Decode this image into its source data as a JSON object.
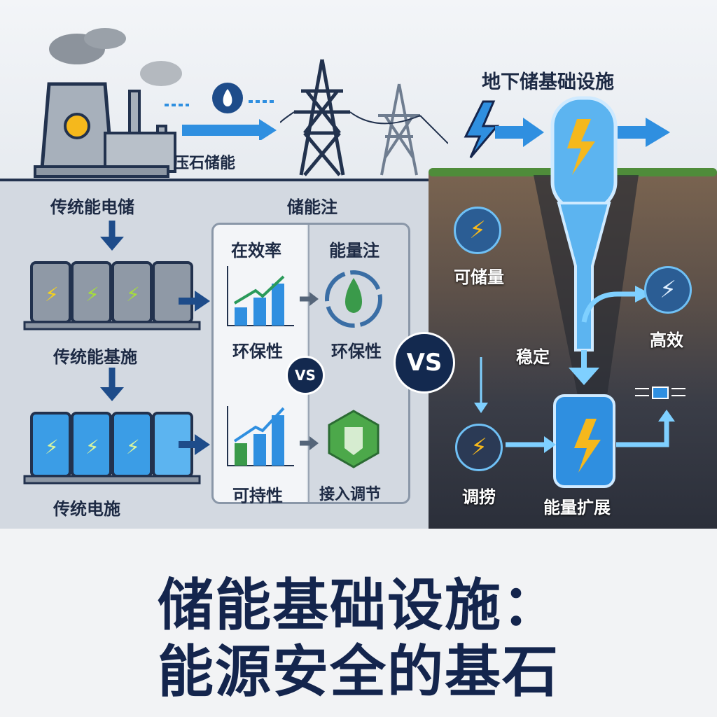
{
  "top": {
    "underground_heading": "地下储基础设施",
    "arrow_label": "压石储能"
  },
  "left": {
    "section_traditional": "传统能电储",
    "section_injection": "储能注",
    "battery_group_1": "传统能基施",
    "battery_group_2": "传统电施"
  },
  "compare": {
    "col1_header": "在效率",
    "col2_header": "能量注",
    "row1_col1": "环保性",
    "row1_col2": "环保性",
    "row2_col1": "可持性",
    "row2_col2": "接入调节",
    "vs_small": "VS",
    "vs_large": "VS"
  },
  "underground": {
    "storable": "可储量",
    "stable": "稳定",
    "efficient": "高效",
    "regulate": "调捞",
    "expand": "能量扩展"
  },
  "title": {
    "line1": "储能基础设施：",
    "line2": "能源安全的基石"
  },
  "colors": {
    "navy": "#14254d",
    "accent": "#2f8fe0",
    "bolt": "#f5b81c",
    "green": "#3a9a4a"
  }
}
